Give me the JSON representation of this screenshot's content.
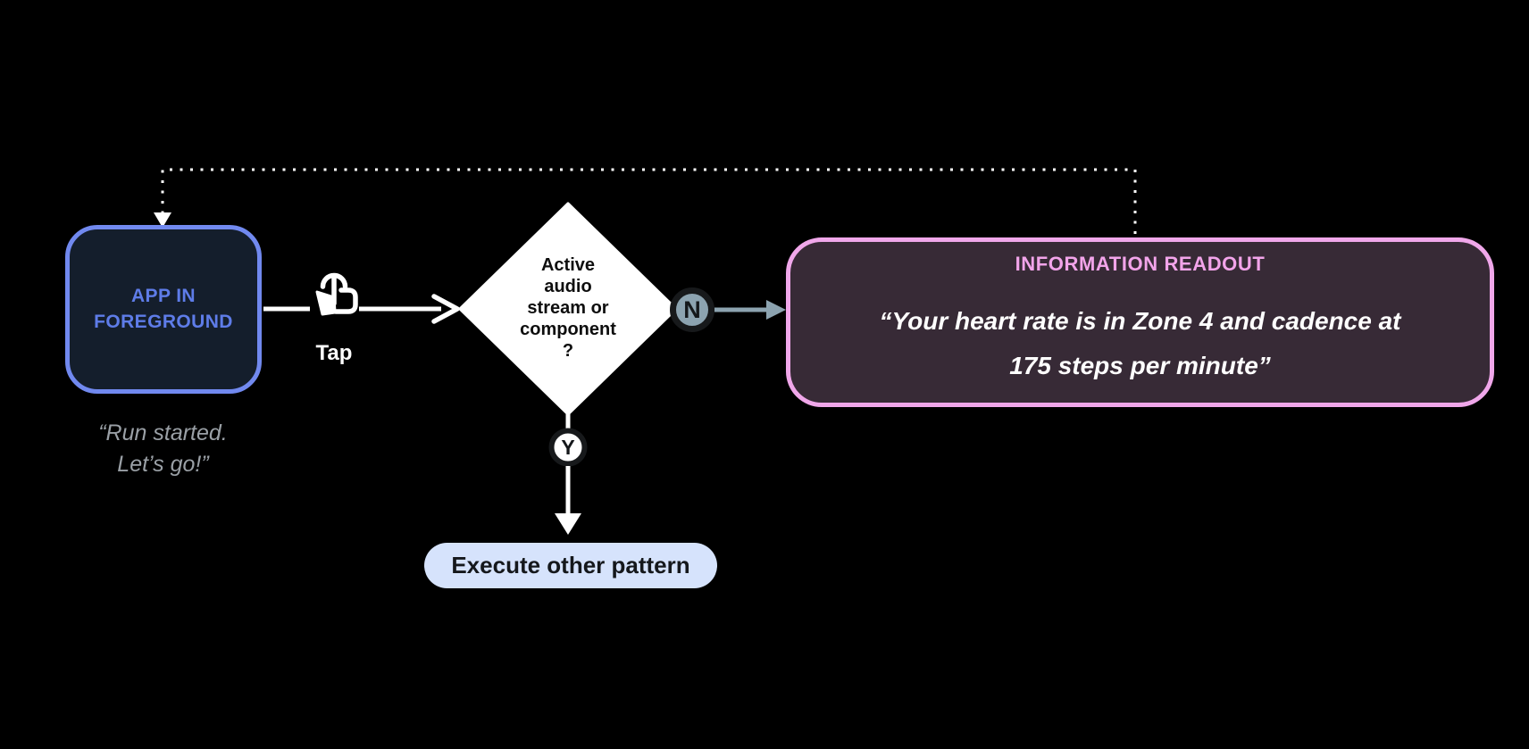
{
  "palette": {
    "background": "#000000",
    "app_box_border": "#7189EF",
    "app_box_fill": "#141E2C",
    "app_box_text": "#5E7CE8",
    "caption_text": "#9AA0A6",
    "decision_fill": "#FFFFFF",
    "decision_text": "#0E0E0E",
    "no_connector": "#8CA3B0",
    "circle_ring": "#17191B",
    "readout_border": "#F0A7EA",
    "readout_fill": "#372A36",
    "readout_title_text": "#F2A4EA",
    "readout_quote_text": "#FFFFFF",
    "execute_pill_fill": "#D6E3FC",
    "execute_pill_text": "#15181C",
    "connector_white": "#FFFFFF"
  },
  "diagram": {
    "nodes": {
      "app_in_foreground": {
        "label_lines": [
          "APP IN",
          "FOREGROUND"
        ],
        "caption_lines": [
          "“Run started.",
          "Let’s go!”"
        ]
      },
      "decision": {
        "text_lines": [
          "Active",
          "audio",
          "stream or",
          "component",
          "?"
        ]
      },
      "information_readout": {
        "title": "INFORMATION READOUT",
        "quote_lines": [
          "“Your heart rate is in Zone 4 and cadence at",
          "175 steps per minute”"
        ]
      },
      "execute_other_pattern": {
        "label": "Execute other pattern"
      }
    },
    "edges": {
      "tap": {
        "from": "app_in_foreground",
        "to": "decision",
        "label": "Tap",
        "style": "solid",
        "icon": "tap-gesture-icon"
      },
      "no": {
        "from": "decision",
        "to": "information_readout",
        "label": "N",
        "style": "solid"
      },
      "yes": {
        "from": "decision",
        "to": "execute_other_pattern",
        "label": "Y",
        "style": "solid"
      },
      "readout_loop": {
        "from": "information_readout",
        "to": "app_in_foreground",
        "label": "",
        "style": "dotted"
      }
    }
  }
}
